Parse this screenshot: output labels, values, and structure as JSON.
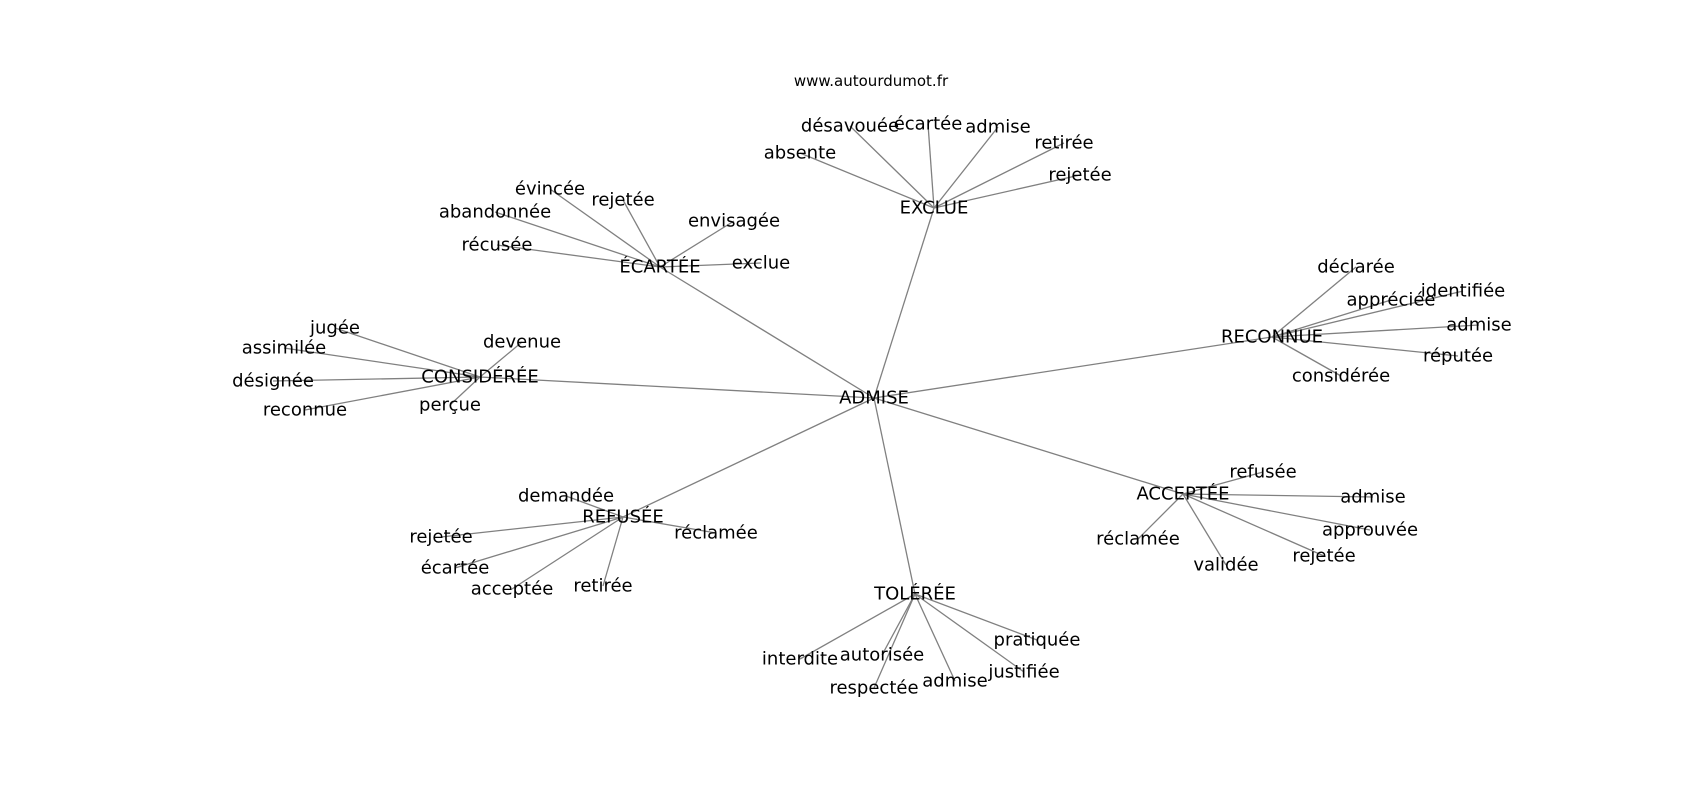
{
  "site": "www.autourdumot.fr",
  "graph": {
    "center": "ADMISE",
    "groups": [
      {
        "hub": "EXCLUE",
        "leaves": [
          "désavouée",
          "écartée",
          "admise",
          "retirée",
          "rejetée",
          "absente"
        ]
      },
      {
        "hub": "ÉCARTÉE",
        "leaves": [
          "évincée",
          "rejetée",
          "abandonnée",
          "envisagée",
          "récusée",
          "exclue"
        ]
      },
      {
        "hub": "CONSIDÉRÉE",
        "leaves": [
          "jugée",
          "devenue",
          "assimilée",
          "désignée",
          "reconnue",
          "perçue"
        ]
      },
      {
        "hub": "RECONNUE",
        "leaves": [
          "déclarée",
          "identifiée",
          "appréciée",
          "admise",
          "réputée",
          "considérée"
        ]
      },
      {
        "hub": "REFUSÉE",
        "leaves": [
          "demandée",
          "rejetée",
          "réclamée",
          "écartée",
          "acceptée",
          "retirée"
        ]
      },
      {
        "hub": "ACCEPTÉE",
        "leaves": [
          "refusée",
          "admise",
          "approuvée",
          "réclamée",
          "rejetée",
          "validée"
        ]
      },
      {
        "hub": "TOLÉRÉE",
        "leaves": [
          "pratiquée",
          "interdite",
          "autorisée",
          "justifiée",
          "respectée",
          "admise"
        ]
      }
    ]
  }
}
